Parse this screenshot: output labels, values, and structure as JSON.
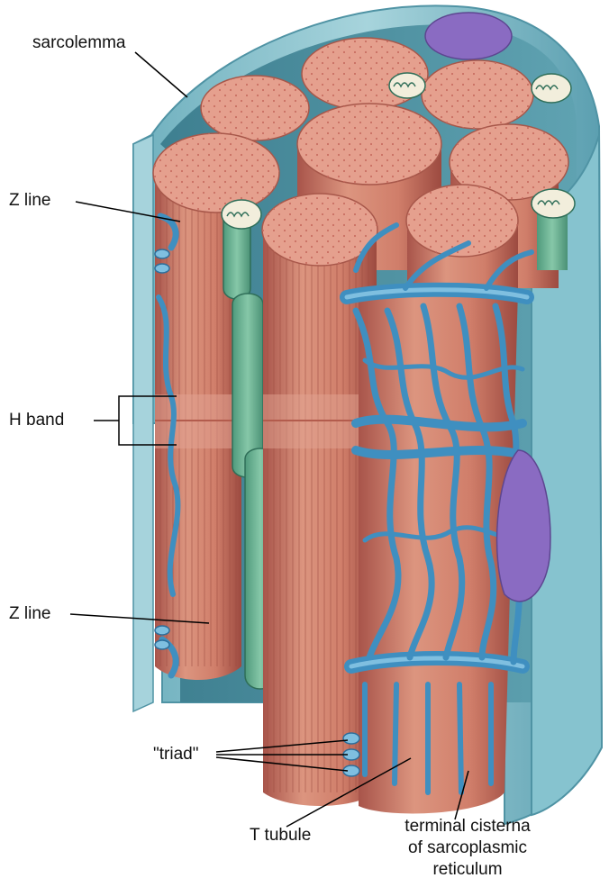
{
  "labels": {
    "sarcolemma": "sarcolemma",
    "z_line_top": "Z line",
    "h_band": "H band",
    "z_line_bottom": "Z line",
    "triad": "\"triad\"",
    "t_tubule": "T tubule",
    "terminal_cisterna": [
      "terminal cisterna",
      "of sarcoplasmic",
      "reticulum"
    ]
  },
  "colors": {
    "sarcolemma": "#8ec3cd",
    "sarcolemma_dark": "#4f93a4",
    "myofibril": "#d98c78",
    "myofibril_dark": "#b45f4d",
    "myofibril_top": "#e9a796",
    "reticulum": "#3f8fc0",
    "mitochondrion": "#6bb394",
    "nucleus": "#8a6bc2"
  }
}
